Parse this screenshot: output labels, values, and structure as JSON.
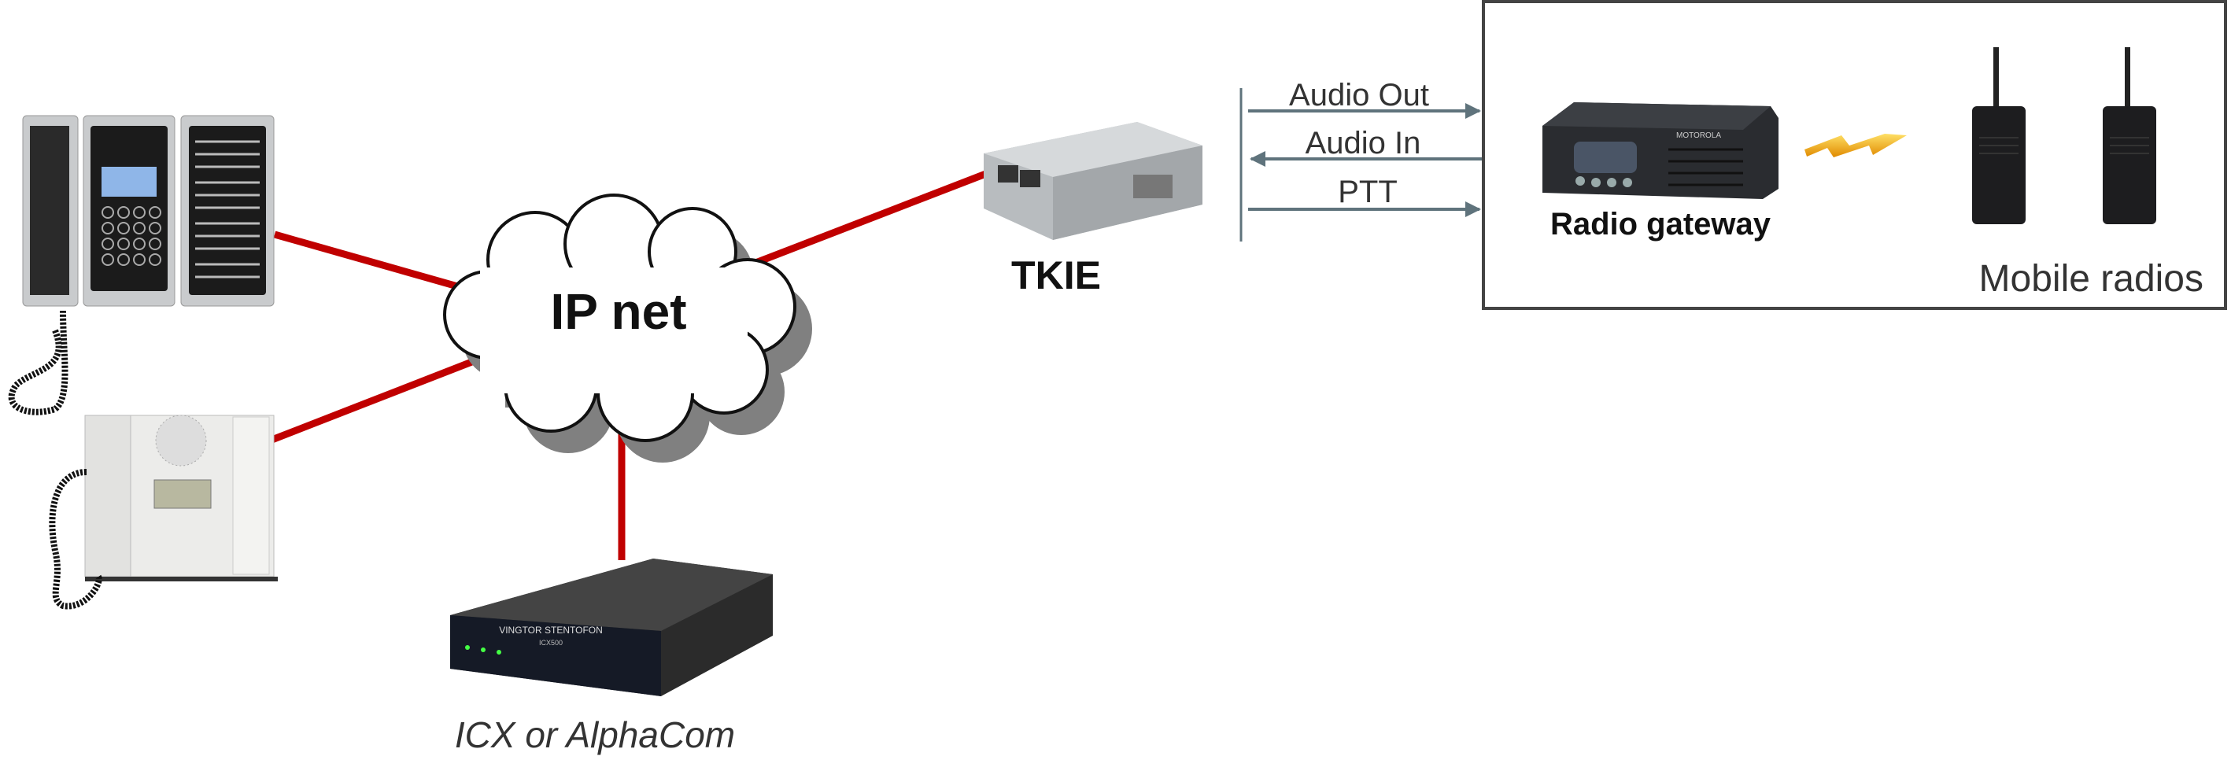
{
  "diagram": {
    "cloud_label": "IP net",
    "tkie_label": "TKIE",
    "server_label": "ICX or AlphaCom",
    "gateway_label": "Radio gateway",
    "radios_label": "Mobile radios",
    "signals": [
      {
        "label": "Audio Out",
        "direction": "right"
      },
      {
        "label": "Audio In",
        "direction": "left"
      },
      {
        "label": "PTT",
        "direction": "right"
      }
    ],
    "device_brand": "VINGTOR STENTOFON",
    "device_model": "ICX500",
    "radio_brand": "MOTOROLA"
  },
  "colors": {
    "link": "#c00000",
    "arrow": "#5f737c",
    "border": "#444444"
  }
}
